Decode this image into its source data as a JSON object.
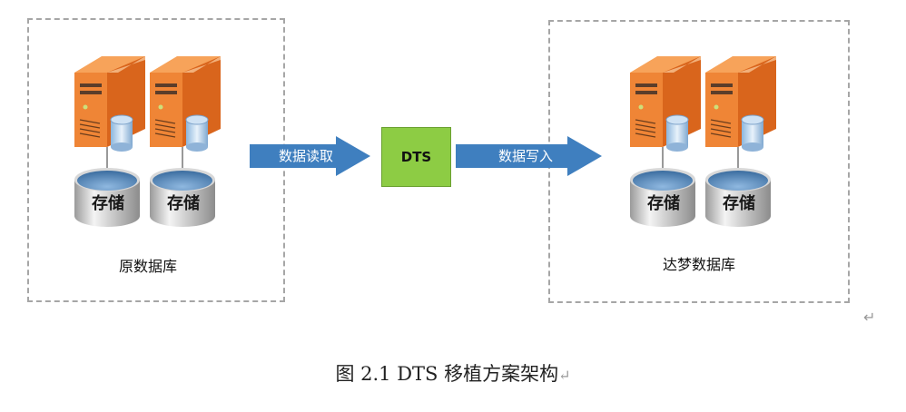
{
  "source_group": {
    "label": "原数据库",
    "storage_labels": [
      "存储",
      "存储"
    ]
  },
  "target_group": {
    "label": "达梦数据库",
    "storage_labels": [
      "存储",
      "存储"
    ]
  },
  "arrow_read": {
    "label": "数据读取"
  },
  "dts": {
    "label": "DTS"
  },
  "arrow_write": {
    "label": "数据写入"
  },
  "caption": {
    "text": "图 2.1 DTS 移植方案架构",
    "return_mark": "↵"
  },
  "colors": {
    "server": "#e46c1e",
    "arrow": "#3f7fbf",
    "dts": "#8dcc44",
    "disk_top": "#5b8fc7"
  }
}
